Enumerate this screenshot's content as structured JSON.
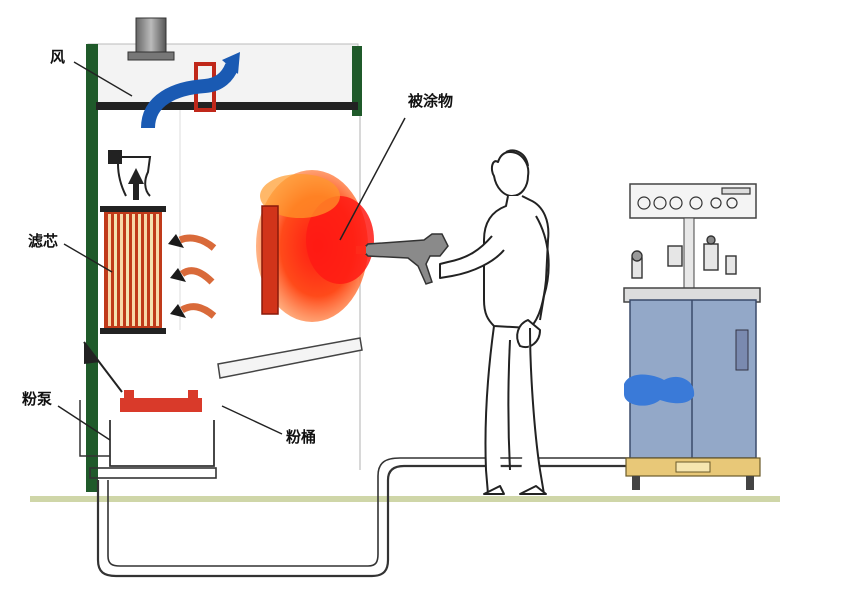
{
  "labels": {
    "wind": "风",
    "filter": "滤芯",
    "pump": "粉泵",
    "bucket": "粉桶",
    "workpiece": "被涂物"
  },
  "colors": {
    "booth_frame": "#1f5a2a",
    "air_arrow_blue": "#1a5ab3",
    "filter_body": "#c03a1a",
    "filter_caps": "#222222",
    "flow_arrow": "#d96a3a",
    "pump_red": "#d93a2a",
    "spray_red": "#ff2a1a",
    "spray_orange": "#ff8a2a",
    "cabinet_blue": "#93a8c8",
    "cabinet_base": "#e8c878",
    "floor": "#cfd6a8",
    "powder_blue": "#3a7ad8",
    "line": "#333333"
  },
  "icons": {
    "fan": "fan-motor-icon",
    "exhaust_arrow": "exhaust-arrow-icon",
    "flow_arrows": "airflow-arrow-icon",
    "operator": "operator-figure-icon",
    "spray_gun": "spray-gun-icon",
    "control_unit": "powder-control-unit-icon"
  }
}
